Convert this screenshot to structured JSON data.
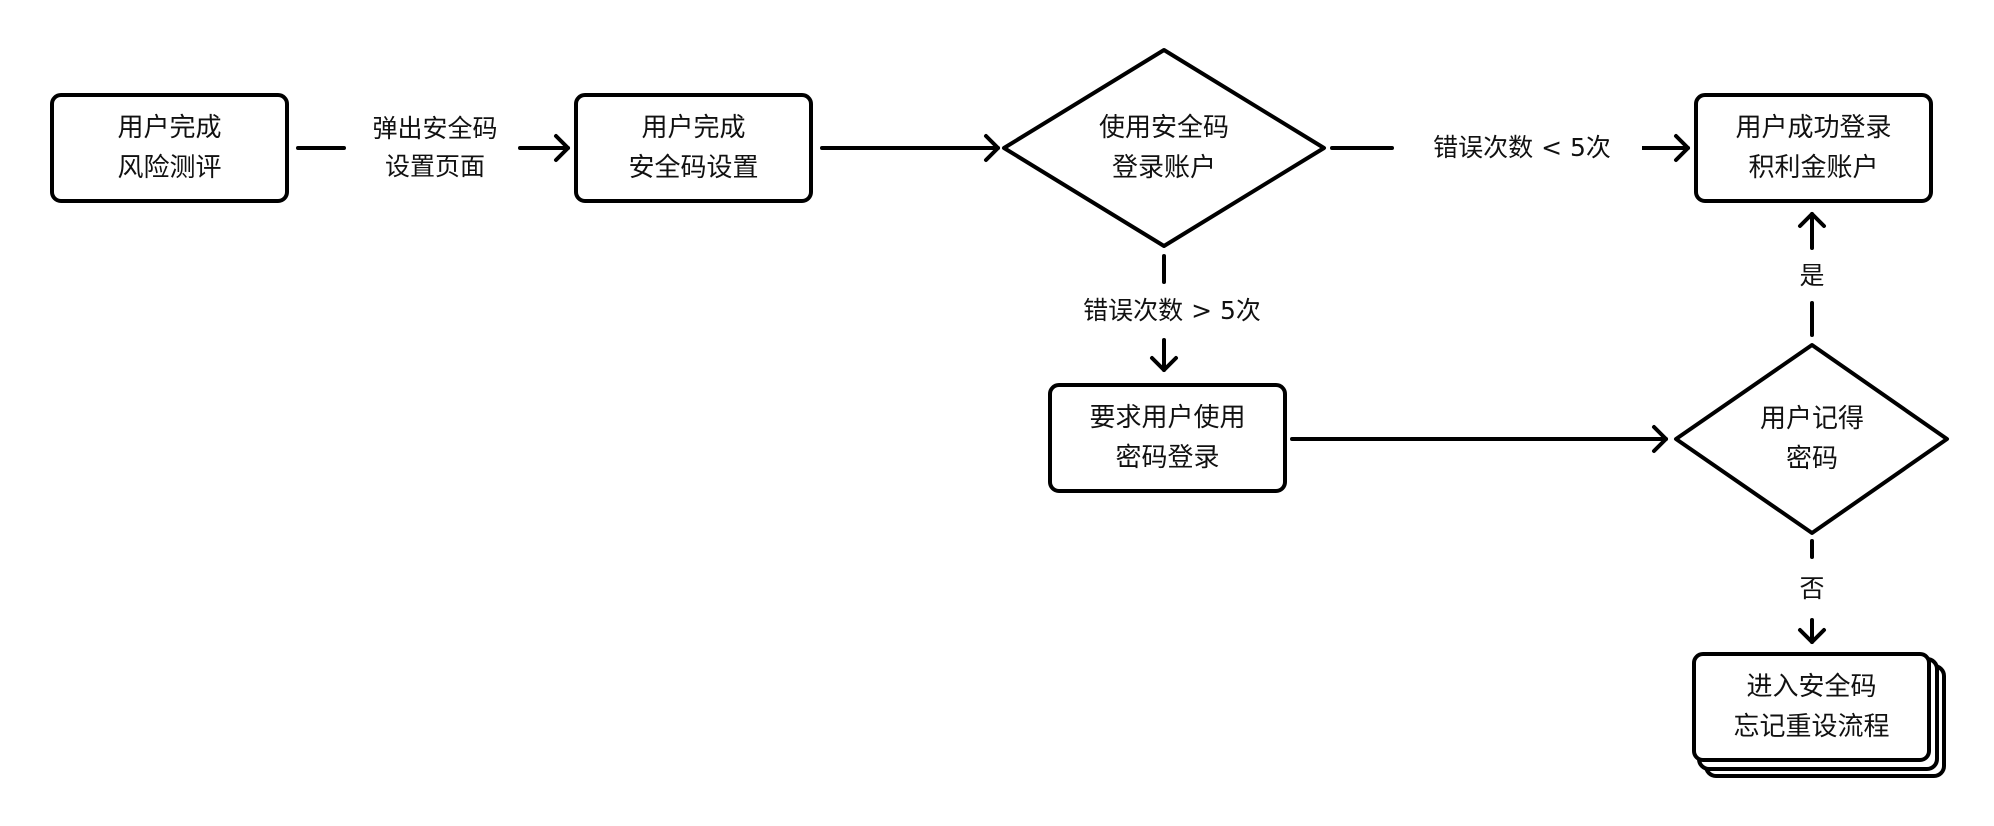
{
  "nodes": {
    "complete_risk": [
      "用户完成",
      "风险测评"
    ],
    "complete_code": [
      "用户完成",
      "安全码设置"
    ],
    "login_code": [
      "使用安全码",
      "登录账户"
    ],
    "login_success": [
      "用户成功登录",
      "积利金账户"
    ],
    "require_password": [
      "要求用户使用",
      "密码登录"
    ],
    "remember_password": [
      "用户记得",
      "密码"
    ],
    "reset_flow": [
      "进入安全码",
      "忘记重设流程"
    ]
  },
  "edges": {
    "popup": [
      "弹出安全码",
      "设置页面"
    ],
    "errors_less": "错误次数 < 5次",
    "errors_more": "错误次数 > 5次",
    "yes": "是",
    "no": "否"
  },
  "colors": {
    "stroke": "#000000",
    "text": "#111111",
    "background": "#ffffff"
  }
}
